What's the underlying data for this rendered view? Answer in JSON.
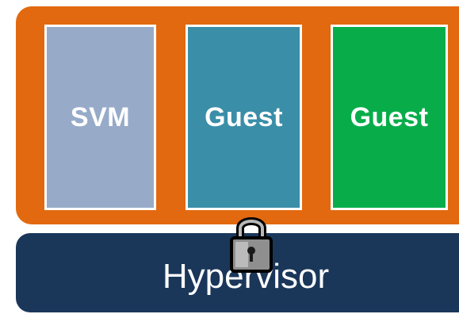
{
  "colors": {
    "frame": "#e2690f",
    "svm": "#97abc9",
    "guest1": "#3a8ea8",
    "guest2": "#08ad4a",
    "hypervisor": "#1a375a"
  },
  "vms": [
    {
      "label": "SVM"
    },
    {
      "label": "Guest"
    },
    {
      "label": "Guest"
    }
  ],
  "hypervisor": {
    "label": "Hypervisor"
  },
  "icons": {
    "lock": "padlock-icon"
  }
}
